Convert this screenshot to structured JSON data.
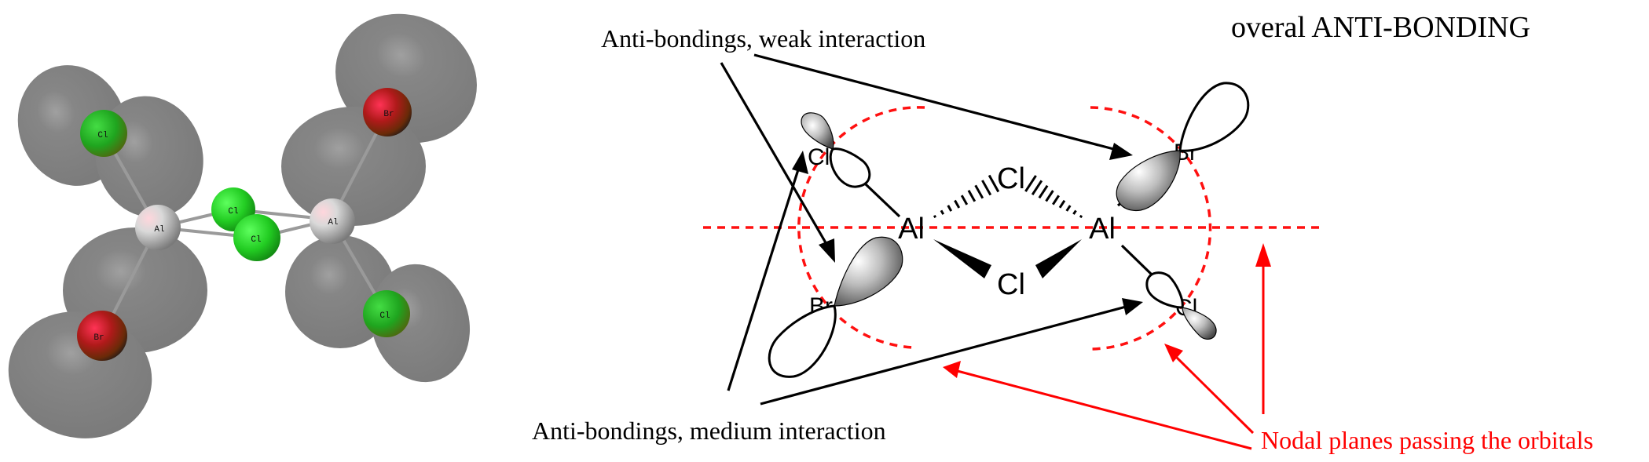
{
  "title": "overal ANTI-BONDING",
  "annotations": {
    "weak": "Anti-bondings, weak interaction",
    "medium": "Anti-bondings, medium interaction",
    "nodal": "Nodal planes passing the orbitals"
  },
  "model_3d": {
    "atoms": [
      {
        "id": "cl-terminal-left",
        "label": "Cl",
        "element": "chlorine"
      },
      {
        "id": "al-left",
        "label": "Al",
        "element": "aluminium"
      },
      {
        "id": "br-left",
        "label": "Br",
        "element": "bromine"
      },
      {
        "id": "cl-bridge-back",
        "label": "Cl",
        "element": "chlorine"
      },
      {
        "id": "cl-bridge-front",
        "label": "Cl",
        "element": "chlorine"
      },
      {
        "id": "al-right",
        "label": "Al",
        "element": "aluminium"
      },
      {
        "id": "br-right",
        "label": "Br",
        "element": "bromine"
      },
      {
        "id": "cl-terminal-right",
        "label": "Cl",
        "element": "chlorine"
      }
    ],
    "colors": {
      "isosurface": "#7f7f7f",
      "chlorine": "#22cc22",
      "bromine": "#a01818",
      "aluminium": "#d8d8d8"
    }
  },
  "scheme": {
    "atoms": {
      "al_left": "Al",
      "al_right": "Al",
      "cl_bridge_top": "Cl",
      "cl_bridge_bottom": "Cl",
      "cl_terminal_top_left": "Cl",
      "br_bottom_left": "Br",
      "br_top_right": "Br",
      "cl_terminal_bottom_right": "Cl"
    },
    "colors": {
      "arrow": "#000000",
      "nodal": "#ff0000"
    }
  }
}
